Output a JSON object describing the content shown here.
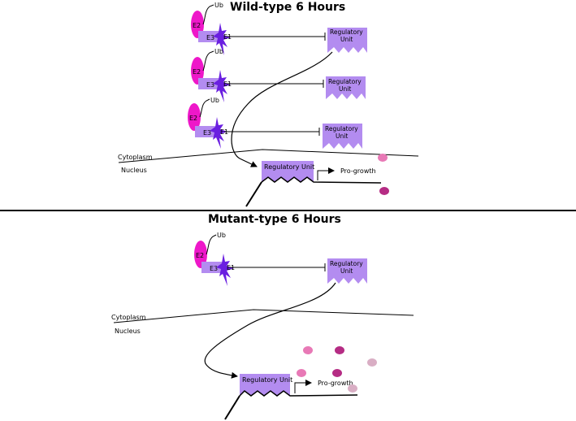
{
  "panels": {
    "wild": {
      "title": "Wild-type 6 Hours"
    },
    "mutant": {
      "title": "Mutant-type 6 Hours"
    }
  },
  "labels": {
    "ub": "Ub",
    "e2": "E2",
    "e3": "E3",
    "e1": "E1",
    "regulatory_line1": "Regulatory",
    "regulatory_line2": "Unit",
    "regulatory_unit": "Regulatory Unit",
    "pro_growth": "Pro-growth",
    "cytoplasm": "Cytoplasm",
    "nucleus": "Nucleus"
  },
  "colors": {
    "e2": "#ee17c9",
    "e3": "#b38cf0",
    "e1": "#6a1fe0",
    "regulatory": "#b38cf0",
    "dot_pink": "#e879b6",
    "dot_magenta": "#b52c84",
    "dot_light": "#d9aec4"
  },
  "icons": {
    "e2": "ellipse",
    "e1": "star-burst"
  }
}
